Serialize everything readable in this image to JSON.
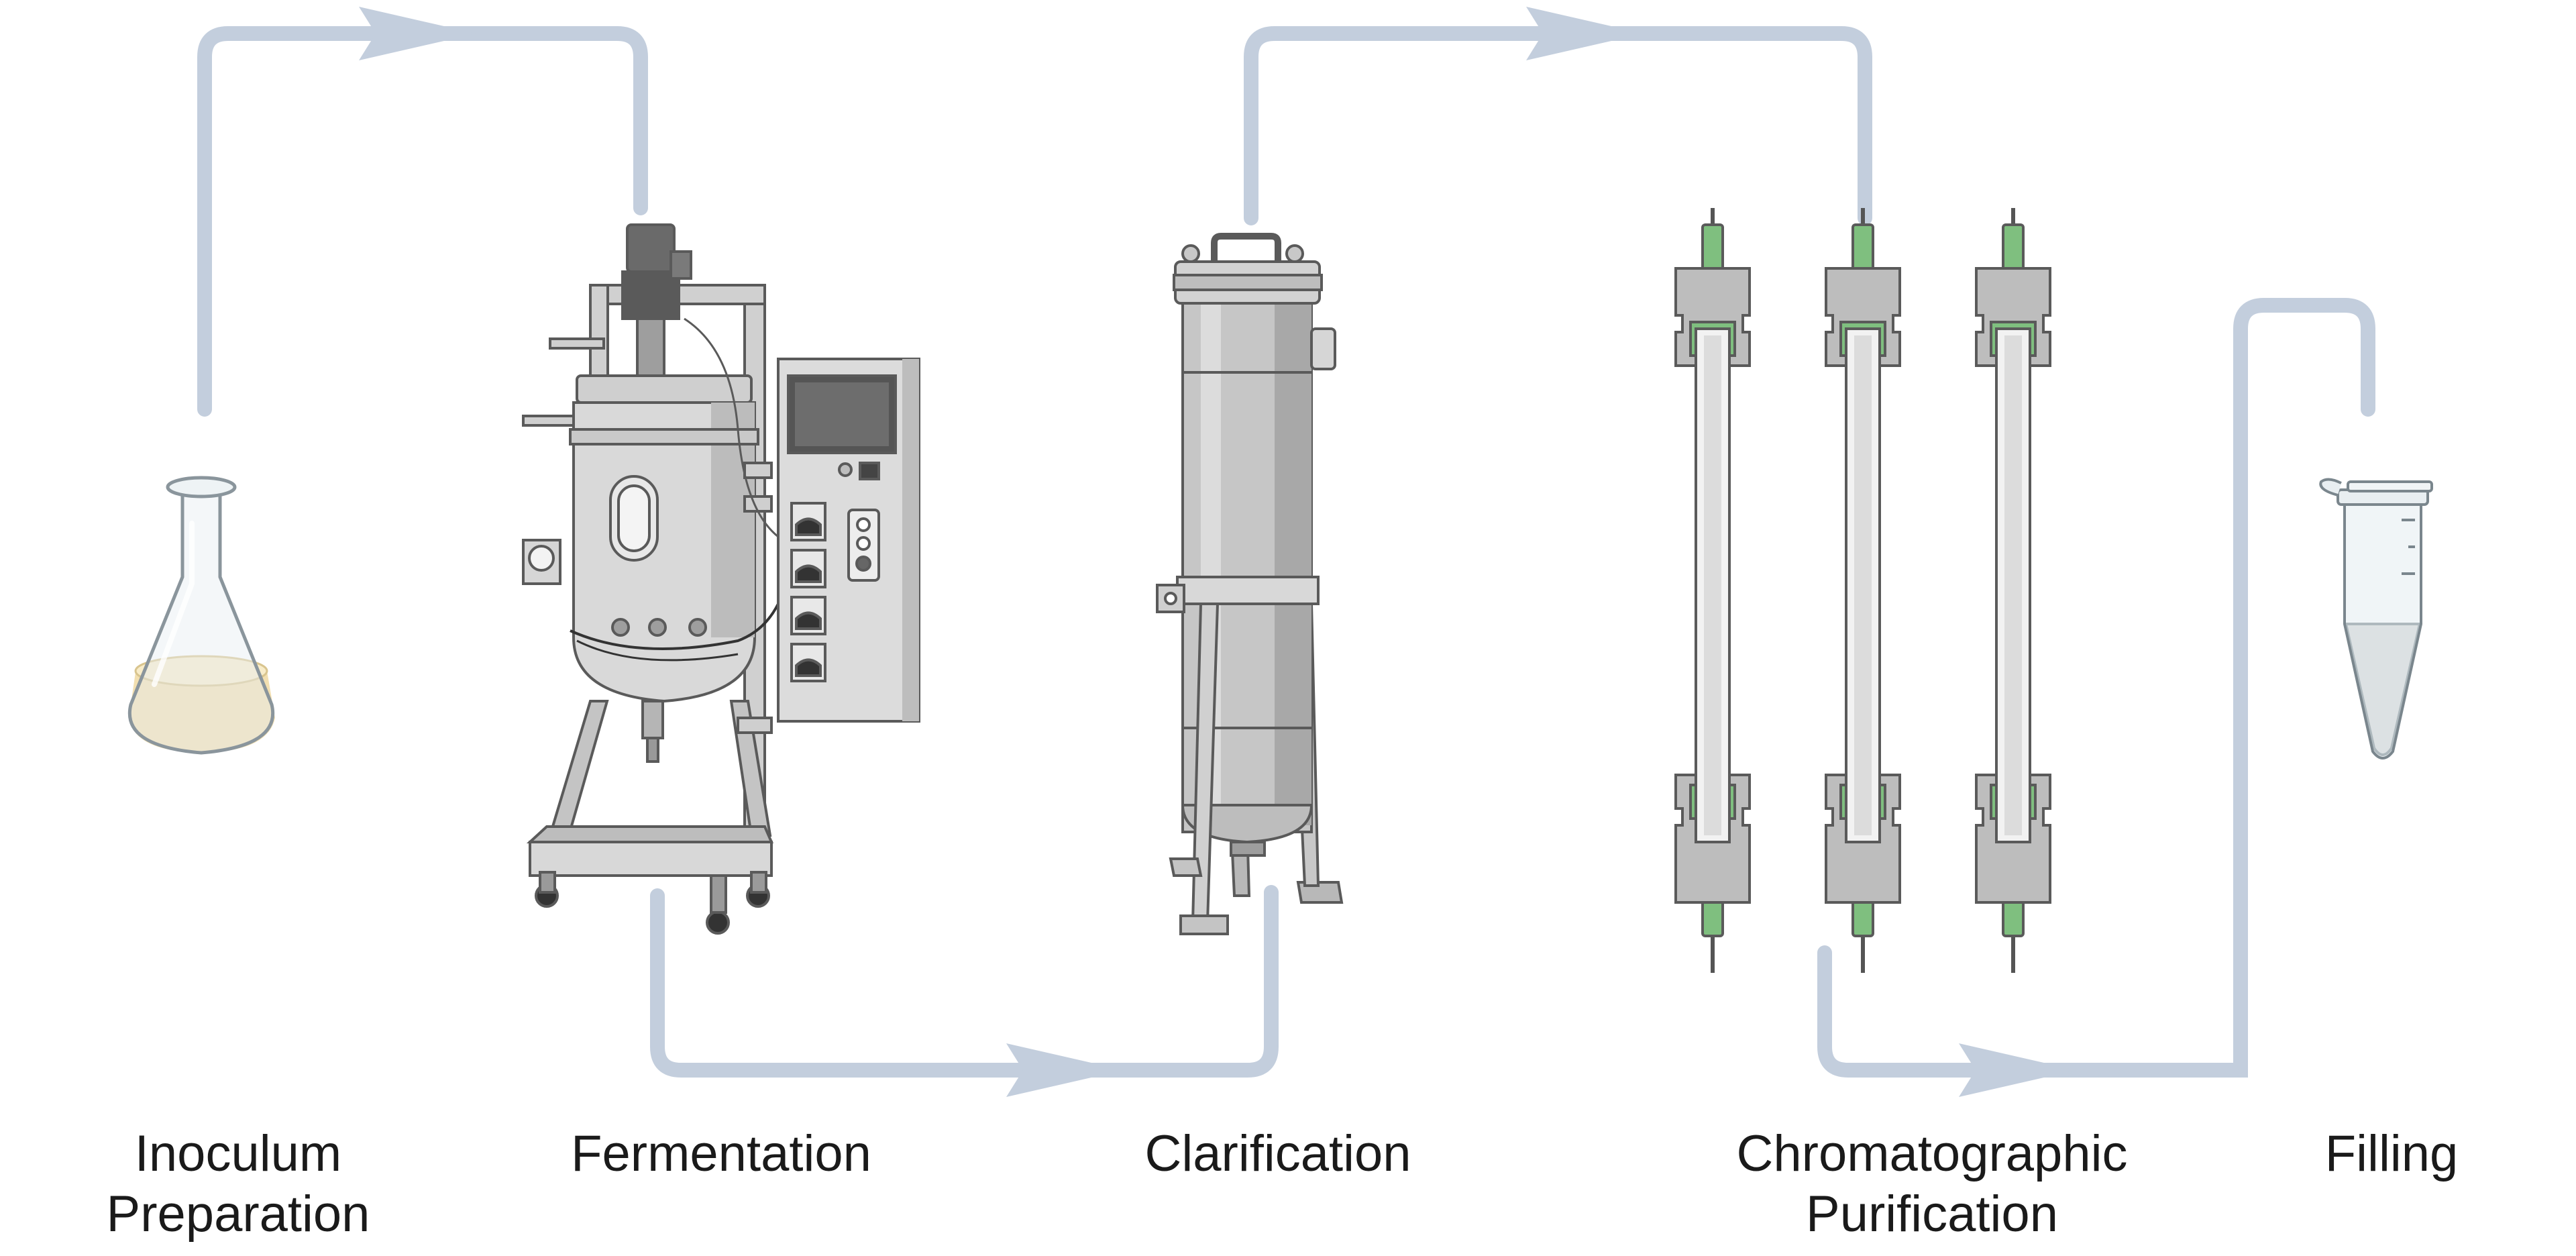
{
  "colors": {
    "flow_arrow": "#c3cedd",
    "metal_light": "#e2e2e2",
    "metal_mid": "#bdbdbd",
    "metal_dark": "#8c8c8c",
    "outline": "#5a5a5a",
    "liquid": "#f2dfb0",
    "seal_green": "#7fbf7f"
  },
  "stages": [
    {
      "id": "inoculum",
      "icon": "erlenmeyer-flask-icon",
      "lines": [
        "Inoculum",
        "Preparation"
      ]
    },
    {
      "id": "fermentation",
      "icon": "bioreactor-icon",
      "lines": [
        "Fermentation"
      ]
    },
    {
      "id": "clarification",
      "icon": "filter-housing-icon",
      "lines": [
        "Clarification"
      ]
    },
    {
      "id": "chromatography",
      "icon": "chromatography-columns-icon",
      "lines": [
        "Chromatographic",
        "Purification"
      ]
    },
    {
      "id": "filling",
      "icon": "microcentrifuge-tube-icon",
      "lines": [
        "Filling"
      ]
    }
  ]
}
